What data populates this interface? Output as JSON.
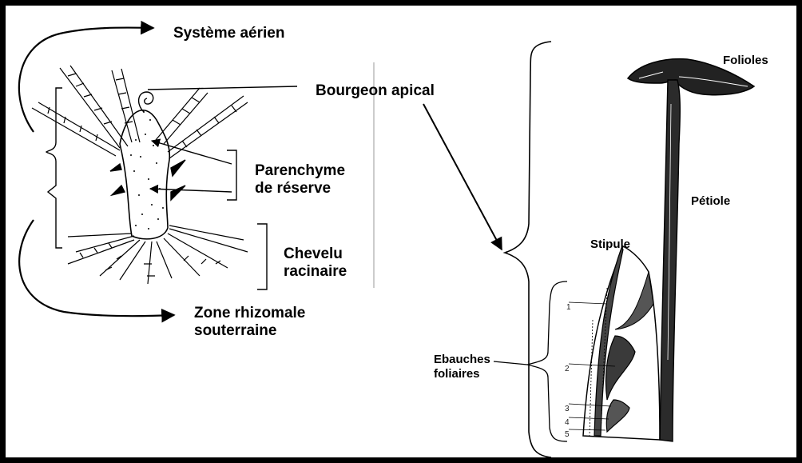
{
  "labels": {
    "systeme_aerien": "Système aérien",
    "bourgeon_apical": "Bourgeon apical",
    "parenchyme_line1": "Parenchyme",
    "parenchyme_line2": "de réserve",
    "chevelu_line1": "Chevelu",
    "chevelu_line2": "racinaire",
    "zone_line1": "Zone rhizomale",
    "zone_line2": "souterraine",
    "folioles": "Folioles",
    "petiole": "Pétiole",
    "stipule": "Stipule",
    "ebauches_line1": "Ebauches",
    "ebauches_line2": "foliaires"
  },
  "leaf_numbers": [
    "1",
    "2",
    "3",
    "4",
    "5"
  ],
  "colors": {
    "frame": "#000000",
    "background": "#ffffff",
    "ink": "#000000"
  }
}
